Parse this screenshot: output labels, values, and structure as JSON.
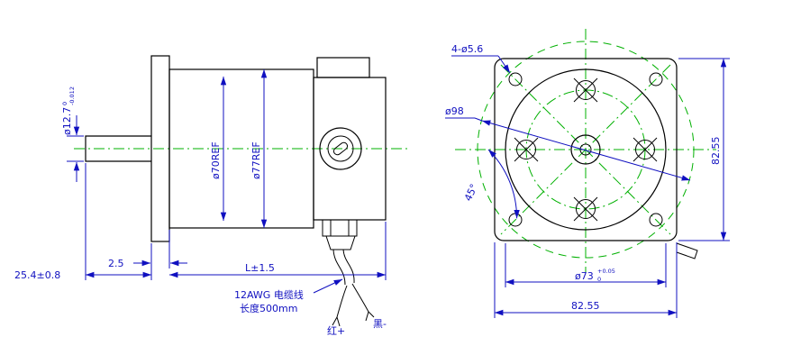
{
  "colors": {
    "outline": "#000000",
    "dimension": "#1010c0",
    "centerline": "#00b000",
    "background": "#ffffff"
  },
  "side_view": {
    "shaft_dia": "ø12.7",
    "shaft_dia_tol_upper": "0",
    "shaft_dia_tol_lower": "-0.012",
    "shaft_length": "25.4±0.8",
    "flange_thickness": "2.5",
    "stator_dia": "ø70REF",
    "body_dia": "ø77REF",
    "body_length": "L±1.5",
    "cable_note1": "12AWG 电缆线",
    "cable_note2": "长度500mm",
    "wire_positive": "红+",
    "wire_negative": "黑-"
  },
  "front_view": {
    "corner_holes": "4-ø5.6",
    "outer_circle_dia": "ø98",
    "bolt_angle": "45°",
    "pilot_dia": "ø73",
    "pilot_tol_upper": "+0.05",
    "pilot_tol_lower": "0",
    "flange_width": "82.55",
    "flange_height": "82.55"
  }
}
